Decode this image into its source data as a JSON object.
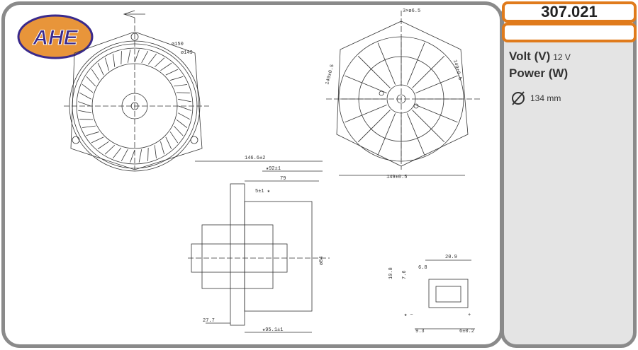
{
  "brand": {
    "logo_text": "AHE",
    "colors": {
      "logo_fill": "#e8953a",
      "logo_text": "#3a2a8c",
      "accent": "#e07b1c",
      "frame": "#8a8a8a"
    }
  },
  "product": {
    "part_number": "307.021",
    "subtitle": ""
  },
  "specs": {
    "volt_label": "Volt (V)",
    "volt_value": "12 V",
    "power_label": "Power (W)",
    "power_value": "",
    "diameter_icon": "diameter-icon",
    "diameter_value": "134 mm"
  },
  "dimensions": {
    "d150": "ø150",
    "d149": "ø149",
    "holes": "3×ø6.5",
    "width149": "149±0.5",
    "diag1": "149±0.5",
    "diag2": "149±0.5",
    "len146": "146.6±2",
    "len92": "★92±1",
    "len79": "79",
    "len5": "5±1 ★",
    "len27": "27.7",
    "len95": "★95.1±1",
    "d_shaft": "ø84",
    "c20": "20.9",
    "c6_8": "6.8",
    "c10_8": "10.8",
    "c7_6": "7.6",
    "c9_3": "9.3",
    "c6": "6±0.2",
    "minus": "★ −",
    "plus": "+"
  }
}
